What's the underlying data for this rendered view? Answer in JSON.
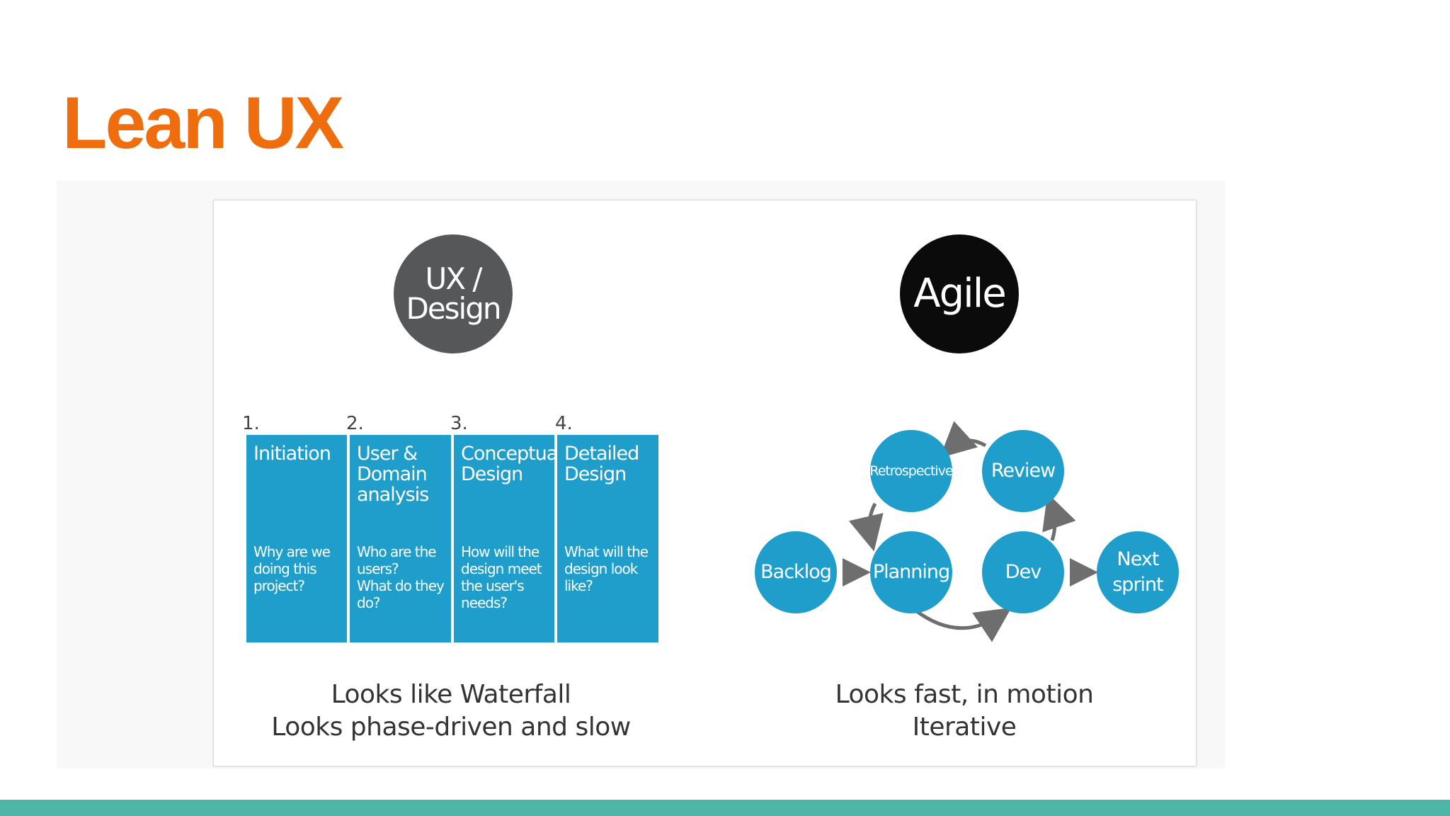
{
  "slide": {
    "title": "Lean UX"
  },
  "ux_design": {
    "circle_label": "UX /\nDesign",
    "phases": [
      {
        "number": "1.",
        "title": "Initiation",
        "question": "Why are we\ndoing this\nproject?"
      },
      {
        "number": "2.",
        "title": "User &\nDomain\nanalysis",
        "question": "Who are the\nusers?\nWhat do they\ndo?"
      },
      {
        "number": "3.",
        "title": "Conceptual\nDesign",
        "question": "How will the\ndesign meet\nthe user's\nneeds?"
      },
      {
        "number": "4.",
        "title": "Detailed\nDesign",
        "question": "What will the\ndesign look\nlike?"
      }
    ],
    "caption": [
      "Looks like Waterfall",
      "Looks phase-driven and slow"
    ]
  },
  "agile": {
    "circle_label": "Agile",
    "nodes": {
      "retrospective": "Retrospective",
      "review": "Review",
      "backlog": "Backlog",
      "planning": "Planning",
      "dev": "Dev",
      "next_sprint": "Next\nsprint"
    },
    "caption": [
      "Looks fast, in motion",
      "Iterative"
    ]
  },
  "colors": {
    "title": "#ef6d0c",
    "phase_blue": "#1f9ecb",
    "ux_circle": "#555759",
    "agile_circle": "#0b0b0b",
    "arrow_gray": "#6e6e6e",
    "bottom_bar": "#4db6a9"
  }
}
